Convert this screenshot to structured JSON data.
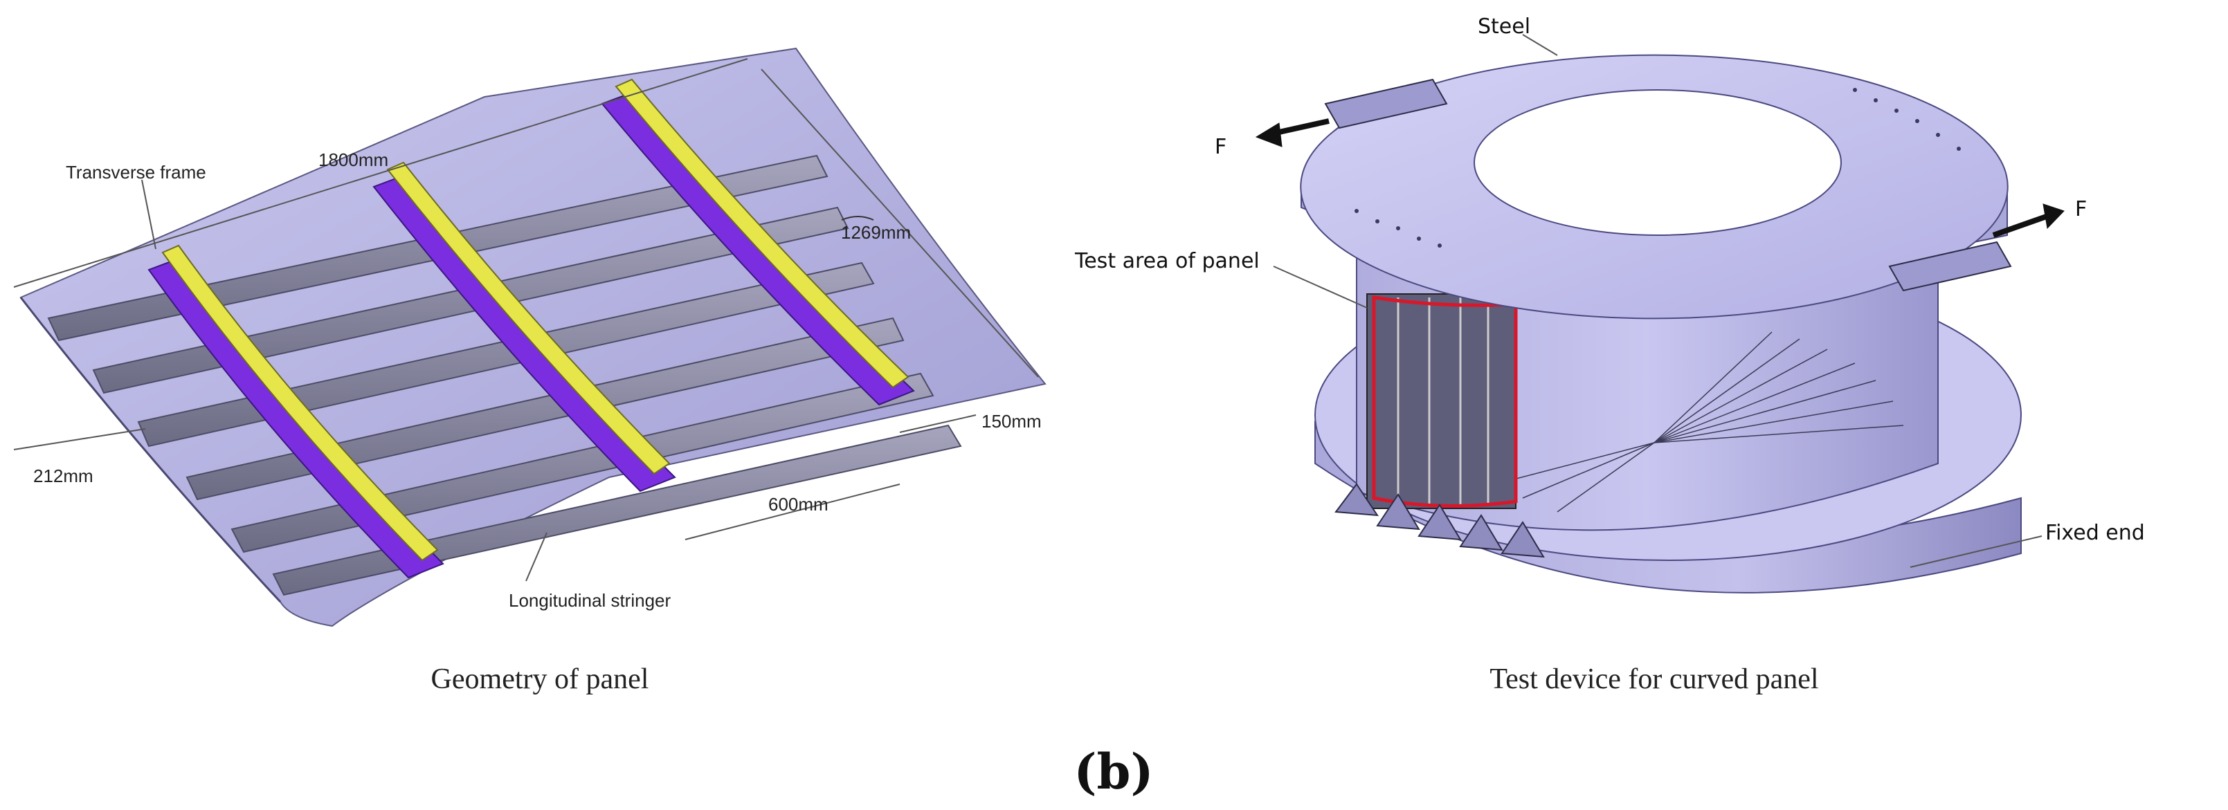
{
  "figure_label": "(b)",
  "left_panel": {
    "caption": "Geometry of panel",
    "labels": {
      "transverse_frame": "Transverse frame",
      "length_1800": "1800mm",
      "arc_1269": "1269mm",
      "spacing_212": "212mm",
      "offset_150": "150mm",
      "spacing_600": "600mm",
      "longitudinal_stringer": "Longitudinal stringer"
    }
  },
  "right_panel": {
    "caption": "Test device for curved panel",
    "labels": {
      "steel": "Steel",
      "force_left": "F",
      "force_right": "F",
      "test_area": "Test area of panel",
      "fixed_end": "Fixed end"
    }
  },
  "colors": {
    "skin": "#b7b4e0",
    "stringer": "#8d8ca8",
    "frame_yellow": "#e6e64a",
    "frame_purple": "#7a2ee0",
    "device_body": "#c7c4ef",
    "highlight_red": "#d8182a"
  }
}
